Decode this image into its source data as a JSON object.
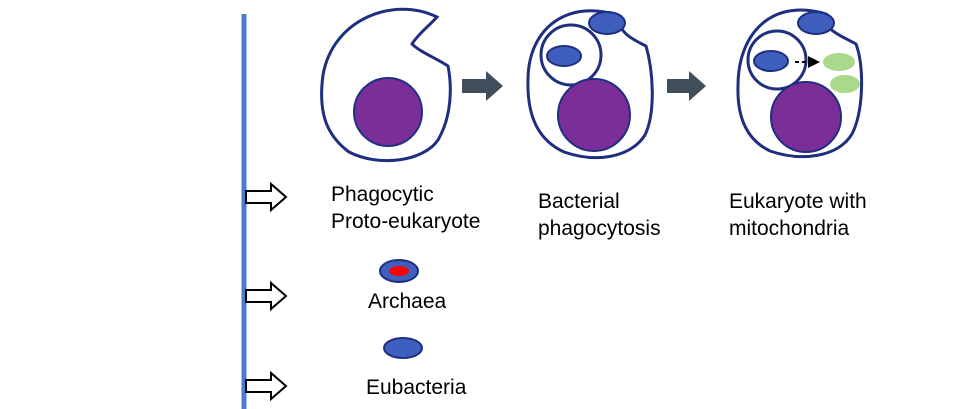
{
  "colors": {
    "timeline": "#4a7cc9",
    "cell_outline": "#1f2f80",
    "nucleus": "#7b2e98",
    "bacterium": "#3f5fbf",
    "archaea_core": "#ff0000",
    "mitochondria": "#a9d98a",
    "step_arrow": "#404e5c",
    "text": "#000000"
  },
  "stages": [
    {
      "label_line1": "Phagocytic",
      "label_line2": "Proto-eukaryote"
    },
    {
      "label_line1": "Bacterial",
      "label_line2": "phagocytosis"
    },
    {
      "label_line1": "Eukaryote with",
      "label_line2": "mitochondria"
    }
  ],
  "legend": {
    "archaea": "Archaea",
    "eubacteria": "Eubacteria"
  },
  "icons": {
    "timeline_marker": "hollow-right-arrow-icon",
    "step": "solid-right-arrow-icon"
  }
}
